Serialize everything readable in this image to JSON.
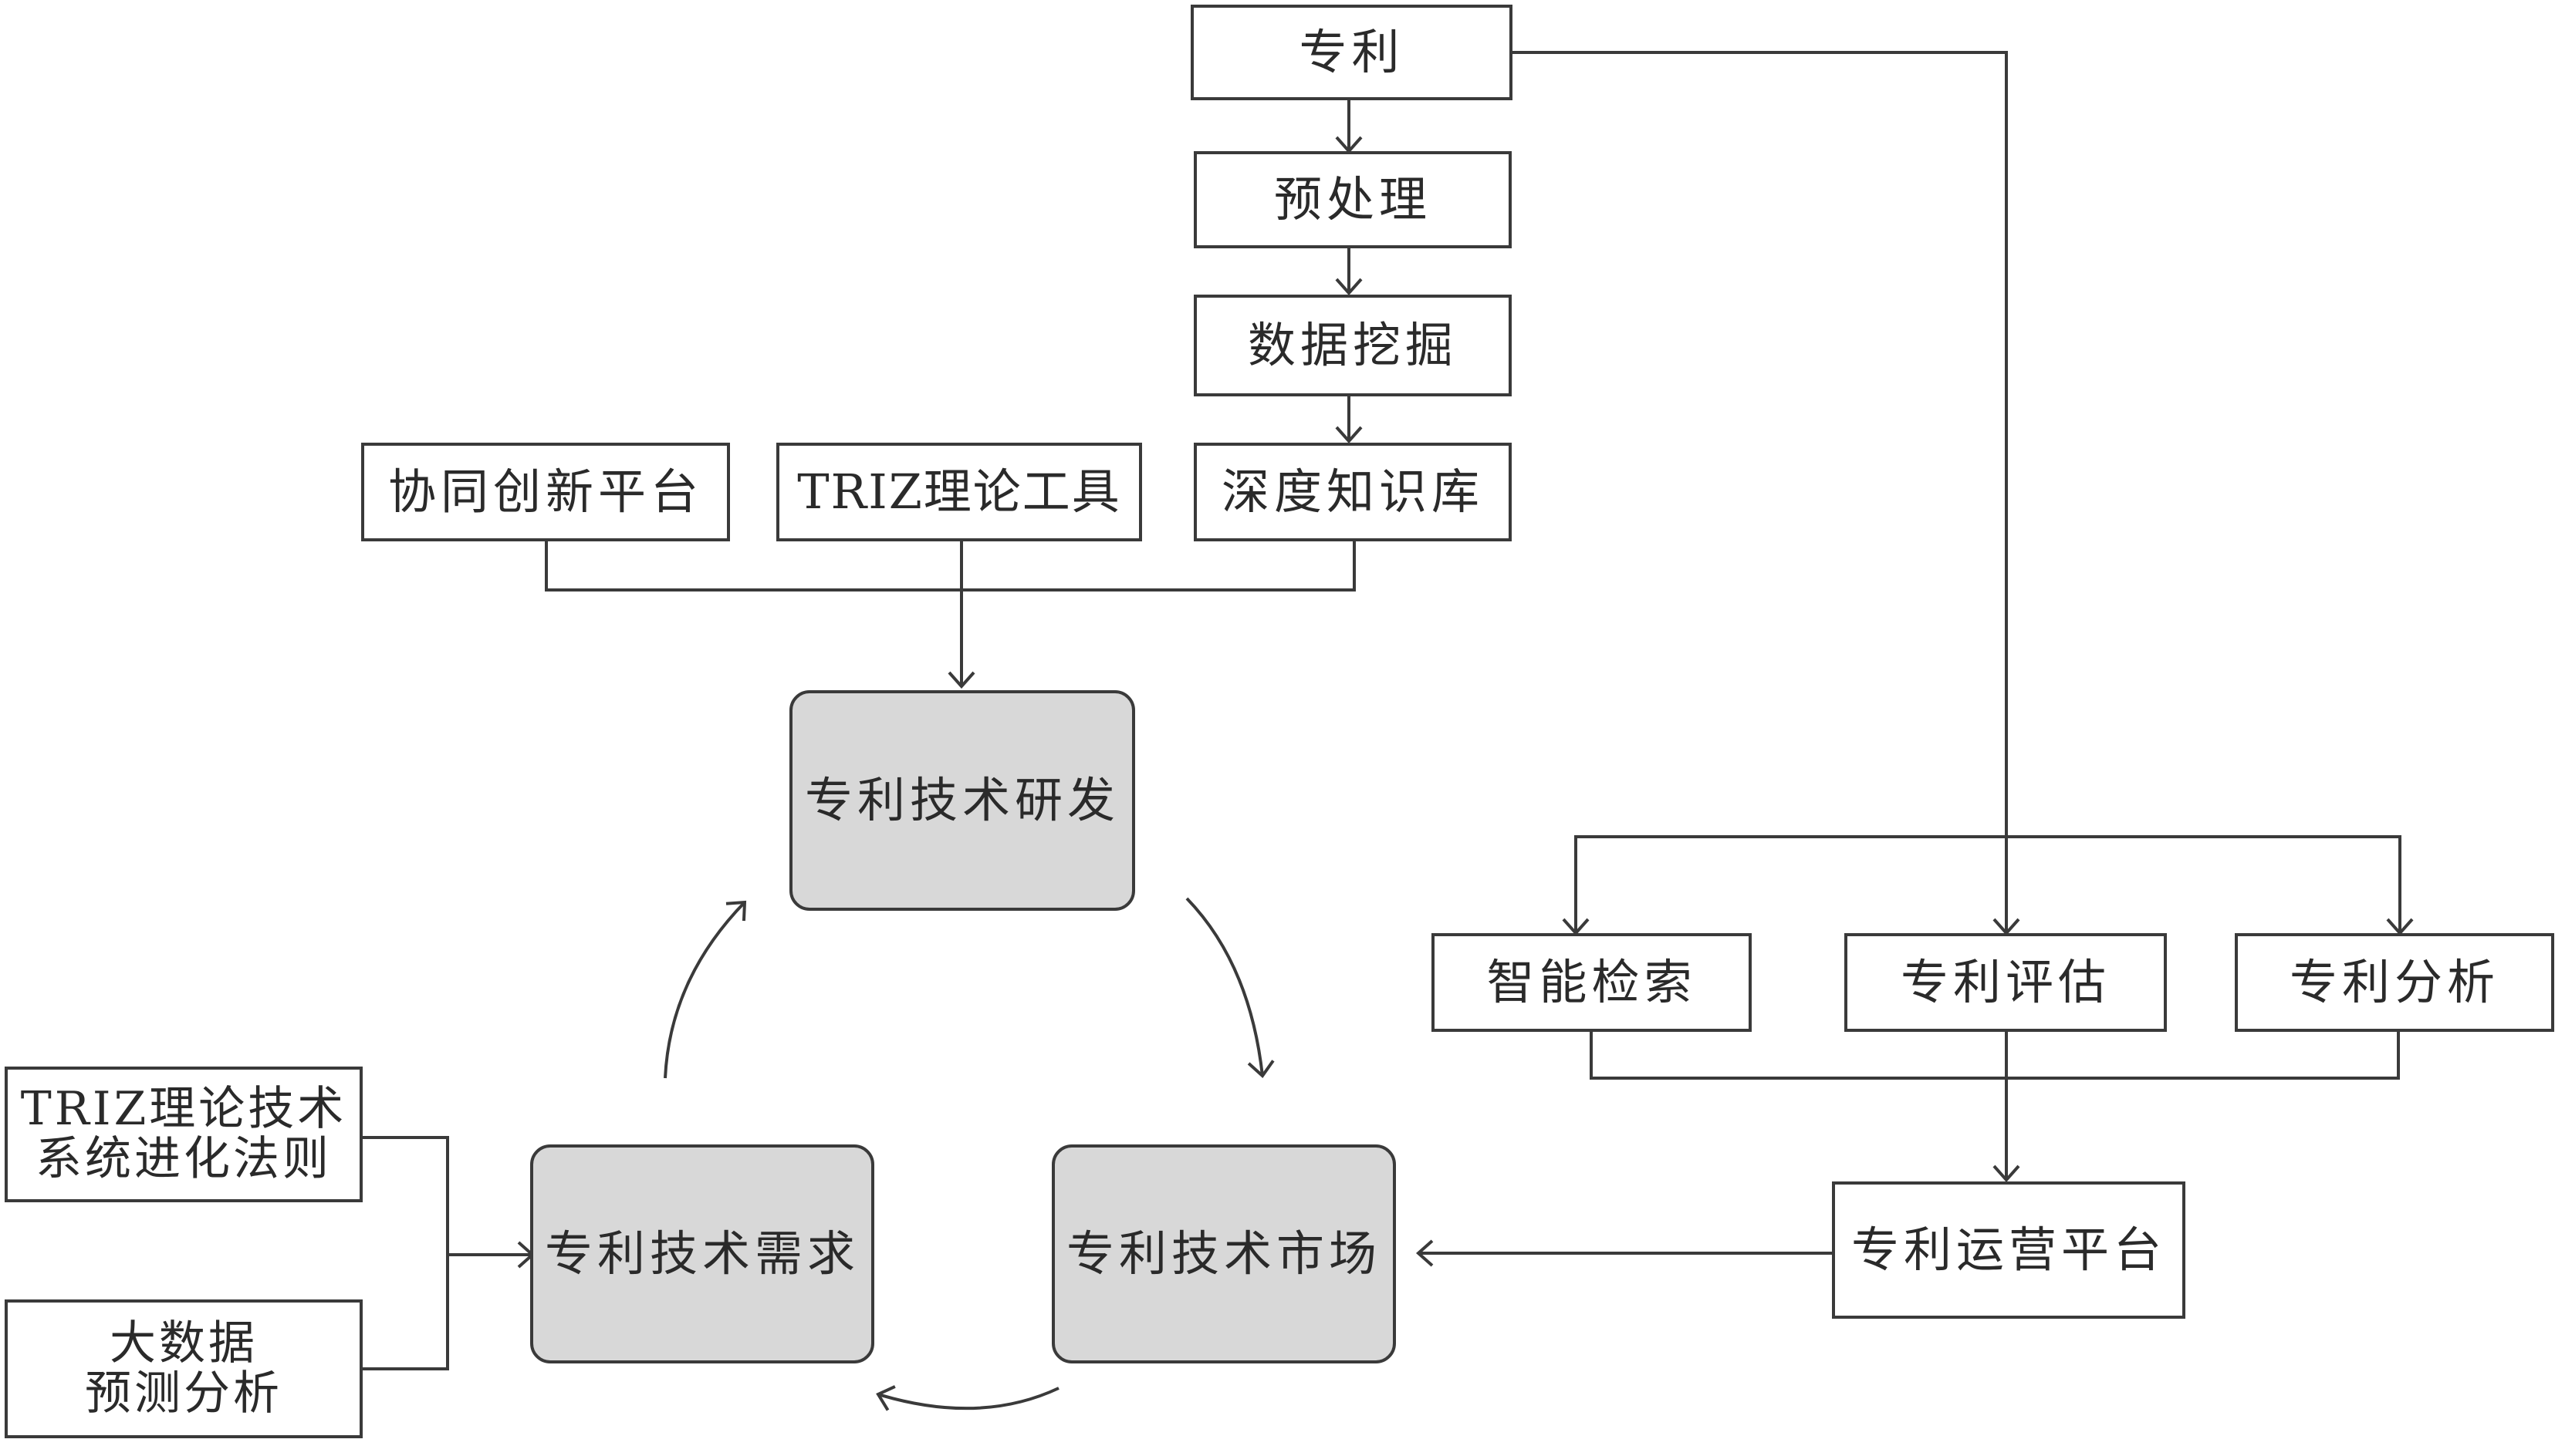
{
  "nodes": {
    "patent": "专利",
    "preprocess": "预处理",
    "data_mining": "数据挖掘",
    "deep_kb": "深度知识库",
    "collab_platform": "协同创新平台",
    "triz_tools": "TRIZ理论工具",
    "rd": "专利技术研发",
    "smart_search": "智能检索",
    "evaluation": "专利评估",
    "analysis": "专利分析",
    "operation_platform": "专利运营平台",
    "market": "专利技术市场",
    "demand": "专利技术需求",
    "triz_evolution_line1": "TRIZ理论技术",
    "triz_evolution_line2": "系统进化法则",
    "bigdata_line1": "大数据",
    "bigdata_line2": "预测分析"
  },
  "colors": {
    "stroke": "#3a3a3a",
    "gray_fill": "#d8d8d8"
  }
}
